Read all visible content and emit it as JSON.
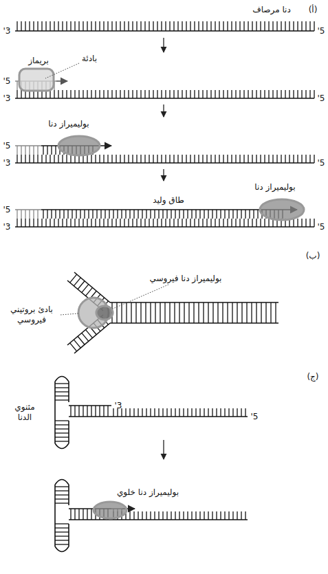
{
  "diagram": {
    "labels": [
      "(أ)",
      "دنا مرصاف",
      "3'",
      "5'",
      "بريماز",
      "بادئة",
      "5'",
      "3'",
      "5'",
      "بوليميراز دنا",
      "5'",
      "3'",
      "5'",
      "طاق وليد",
      "بوليميراز دنا",
      "5'",
      "3'",
      "5'",
      "(ب)",
      "بوليميراز دنا فيروسي",
      "بادئ بروتيني فيروسي",
      "(ج)",
      "مثنوي الدنا",
      "3'",
      "5'",
      "بوليميراز دنا خلوي"
    ]
  }
}
